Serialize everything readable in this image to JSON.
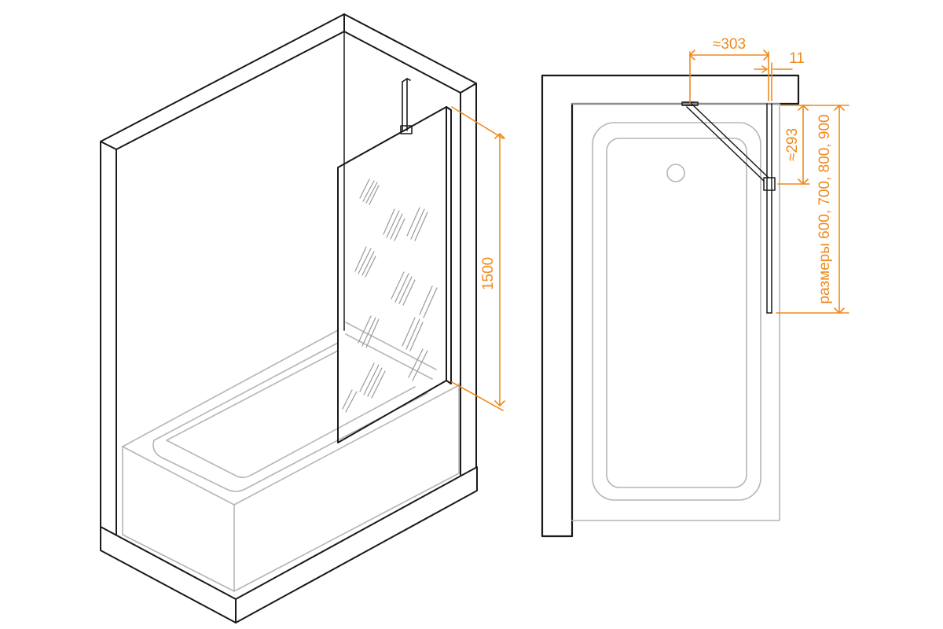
{
  "colors": {
    "outline": "#1a1a1a",
    "light_outline": "#b5b5b5",
    "dimension": "#ef8a1e",
    "background": "#ffffff"
  },
  "dimensions": {
    "panel_height": "1500",
    "bracket_length": "≈303",
    "profile_offset": "11",
    "bracket_depth": "≈293",
    "panel_width_options": "размеры 600, 700, 800, 900"
  },
  "icons": {
    "glass_pattern": "diagonal-hatch-icon",
    "drain": "drain-circle-icon"
  }
}
